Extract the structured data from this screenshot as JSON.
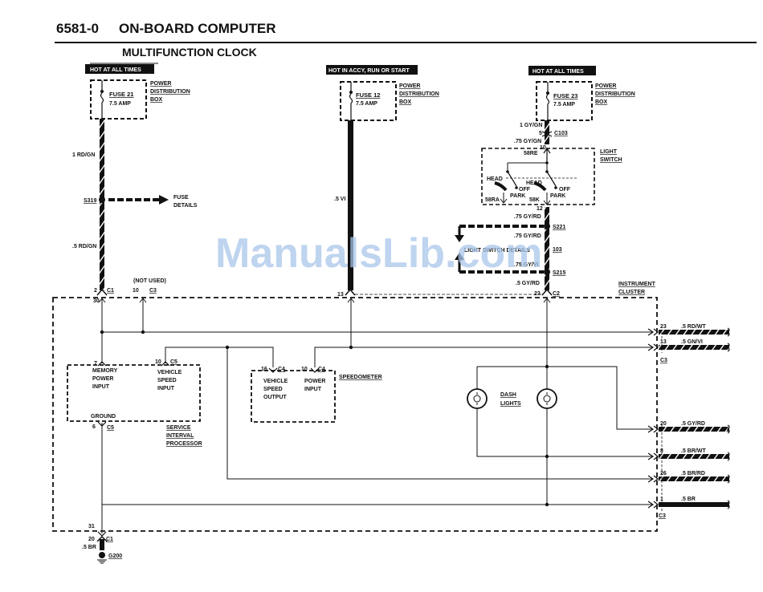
{
  "header": {
    "section_number": "6581-0",
    "section_title": "ON-BOARD COMPUTER",
    "subtitle": "MULTIFUNCTION CLOCK"
  },
  "watermark": "ManualsLib.com",
  "fuse_circuits": [
    {
      "hot_label": "HOT AT ALL TIMES",
      "fuse": "FUSE 21",
      "rating": "7.5 AMP",
      "box_label": [
        "POWER",
        "DISTRIBUTION",
        "BOX"
      ]
    },
    {
      "hot_label": "HOT IN ACCY, RUN OR START",
      "fuse": "FUSE 12",
      "rating": "7.5 AMP",
      "box_label": [
        "POWER",
        "DISTRIBUTION",
        "BOX"
      ]
    },
    {
      "hot_label": "HOT AT ALL TIMES",
      "fuse": "FUSE 23",
      "rating": "7.5 AMP",
      "box_label": [
        "POWER",
        "DISTRIBUTION",
        "BOX"
      ]
    }
  ],
  "left_circuit": {
    "wire_upper": "1 RD/GN",
    "splice": "S319",
    "fuse_details": [
      "FUSE",
      "DETAILS"
    ],
    "wire_lower": ".5 RD/GN",
    "pin_c1": "2",
    "conn_c1": "C1",
    "not_used": "(NOT USED)",
    "pin_c3": "10",
    "conn_c3": "C3",
    "pin_inside": "30"
  },
  "middle_circuit": {
    "wire": ".5 VI",
    "pin": "13"
  },
  "right_circuit": {
    "wire_1": "1 GY/GN",
    "pin_c103_a": "5",
    "conn_c103": "C103",
    "wire_2": ".75 GY/GN",
    "pin_c103_b": "10",
    "terminal_58re": "58RE",
    "light_switch": [
      "LIGHT",
      "SWITCH"
    ],
    "head_1": "HEAD",
    "off_1": "OFF",
    "park_1": "PARK",
    "terminal_58ra": "58RA",
    "head_2": "HEAD",
    "off_2": "OFF",
    "park_2": "PARK",
    "terminal_58k": "58K",
    "pin_12": "12",
    "wire_3": ".75 GY/RD",
    "splice_s221": "S221",
    "wire_4": ".75 GY/RD",
    "conn_103": "103",
    "switch_details": "LIGHT SWITCH DETAILS",
    "wire_5": ".75 GY/VI",
    "splice_s215": "S215",
    "wire_6": ".5 GY/RD",
    "pin_23": "23",
    "conn_c2": "C2"
  },
  "instrument_cluster": {
    "label": [
      "INSTRUMENT",
      "CLUSTER"
    ],
    "service_interval_processor": {
      "label": [
        "SERVICE",
        "INTERVAL",
        "PROCESSOR"
      ],
      "memory_power_input": [
        "MEMORY",
        "POWER",
        "INPUT"
      ],
      "pin_memory": "7",
      "vehicle_speed_input": [
        "VEHICLE",
        "SPEED",
        "INPUT"
      ],
      "pin_vsi": "10",
      "conn_vsi": "C5",
      "ground": "GROUND",
      "pin_ground": "6",
      "conn_ground": "C5"
    },
    "speedometer": {
      "label": "SPEEDOMETER",
      "vehicle_speed_output": [
        "VEHICLE",
        "SPEED",
        "OUTPUT"
      ],
      "pin_vso": "16",
      "conn_vso": "C4",
      "power_input": [
        "POWER",
        "INPUT"
      ],
      "pin_pi": "10",
      "conn_pi": "C4"
    },
    "dash_lights": [
      "DASH",
      "LIGHTS"
    ],
    "outputs": [
      {
        "pin": "23",
        "wire": ".5 RD/WT"
      },
      {
        "pin": "13",
        "wire": ".5 GN/VI"
      },
      {
        "pin": "20",
        "wire": ".5 GY/RD"
      },
      {
        "pin": "8",
        "wire": ".5 BR/WT"
      },
      {
        "pin": "26",
        "wire": ".5 BR/RD"
      },
      {
        "pin": "1",
        "wire": ".5 BR"
      }
    ],
    "output_conn_upper": "C3",
    "output_conn_lower": "C3"
  },
  "ground": {
    "pin_inside": "31",
    "pin_c1": "20",
    "conn_c1": "C1",
    "wire": ".5 BR",
    "ground_point": "G200"
  }
}
